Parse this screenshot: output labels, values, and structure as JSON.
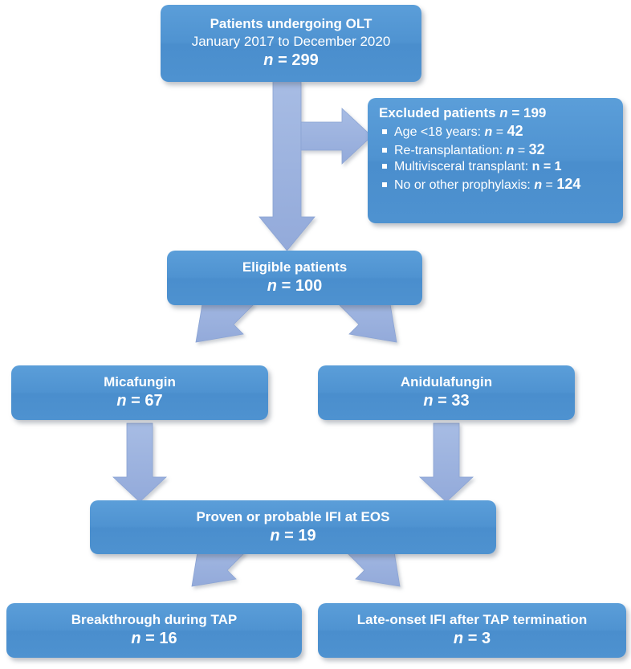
{
  "diagram": {
    "type": "flowchart",
    "title": "Patient enrollment flow diagram",
    "colors": {
      "box_fill": "#4F93D1",
      "box_fill_light": "#5B9ED9",
      "arrow_fill": "#9DB4DF",
      "arrow_stroke": "#8FA8D6",
      "text": "#FFFFFF",
      "background": "#FFFFFF"
    }
  },
  "nodes": {
    "enrollment": {
      "line1": "Patients undergoing OLT",
      "line2": "January 2017 to December 2020",
      "n_label": "n",
      "n_eq": "=",
      "n_value": "299",
      "n_text": "n = 299"
    },
    "excluded": {
      "heading_text": "Excluded patients",
      "heading_n": "n",
      "heading_eq": "=",
      "heading_value": "199",
      "items": [
        {
          "label": "Age <18 years:",
          "n": "n",
          "eq": "=",
          "value": "42"
        },
        {
          "label": "Re-transplantation:",
          "n": "n",
          "eq": "=",
          "value": "32"
        },
        {
          "label": "Multivisceral transplant:",
          "n": "n",
          "eq": "=",
          "value": "1"
        },
        {
          "label": "No or other prophylaxis:",
          "n": "n",
          "eq": "=",
          "value": "124"
        }
      ]
    },
    "eligible": {
      "line1": "Eligible patients",
      "n_label": "n",
      "n_eq": "=",
      "n_value": "100"
    },
    "micafungin": {
      "line1": "Micafungin",
      "n_label": "n",
      "n_eq": "=",
      "n_value": "67"
    },
    "anidulafungin": {
      "line1": "Anidulafungin",
      "n_label": "n",
      "n_eq": "=",
      "n_value": "33"
    },
    "ifi": {
      "line1": "Proven or probable IFI at EOS",
      "n_label": "n",
      "n_eq": "=",
      "n_value": "19"
    },
    "breakthrough": {
      "line1": "Breakthrough during TAP",
      "n_label": "n",
      "n_eq": "=",
      "n_value": "16"
    },
    "late_onset": {
      "line1": "Late-onset IFI after TAP termination",
      "n_label": "n",
      "n_eq": "=",
      "n_value": "3"
    }
  },
  "edges": [
    {
      "from": "enrollment",
      "to": "excluded",
      "direction": "right"
    },
    {
      "from": "enrollment",
      "to": "eligible",
      "direction": "down"
    },
    {
      "from": "eligible",
      "to": "micafungin",
      "direction": "down-left"
    },
    {
      "from": "eligible",
      "to": "anidulafungin",
      "direction": "down-right"
    },
    {
      "from": "micafungin",
      "to": "ifi",
      "direction": "down"
    },
    {
      "from": "anidulafungin",
      "to": "ifi",
      "direction": "down"
    },
    {
      "from": "ifi",
      "to": "breakthrough",
      "direction": "down-left"
    },
    {
      "from": "ifi",
      "to": "late_onset",
      "direction": "down-right"
    }
  ]
}
